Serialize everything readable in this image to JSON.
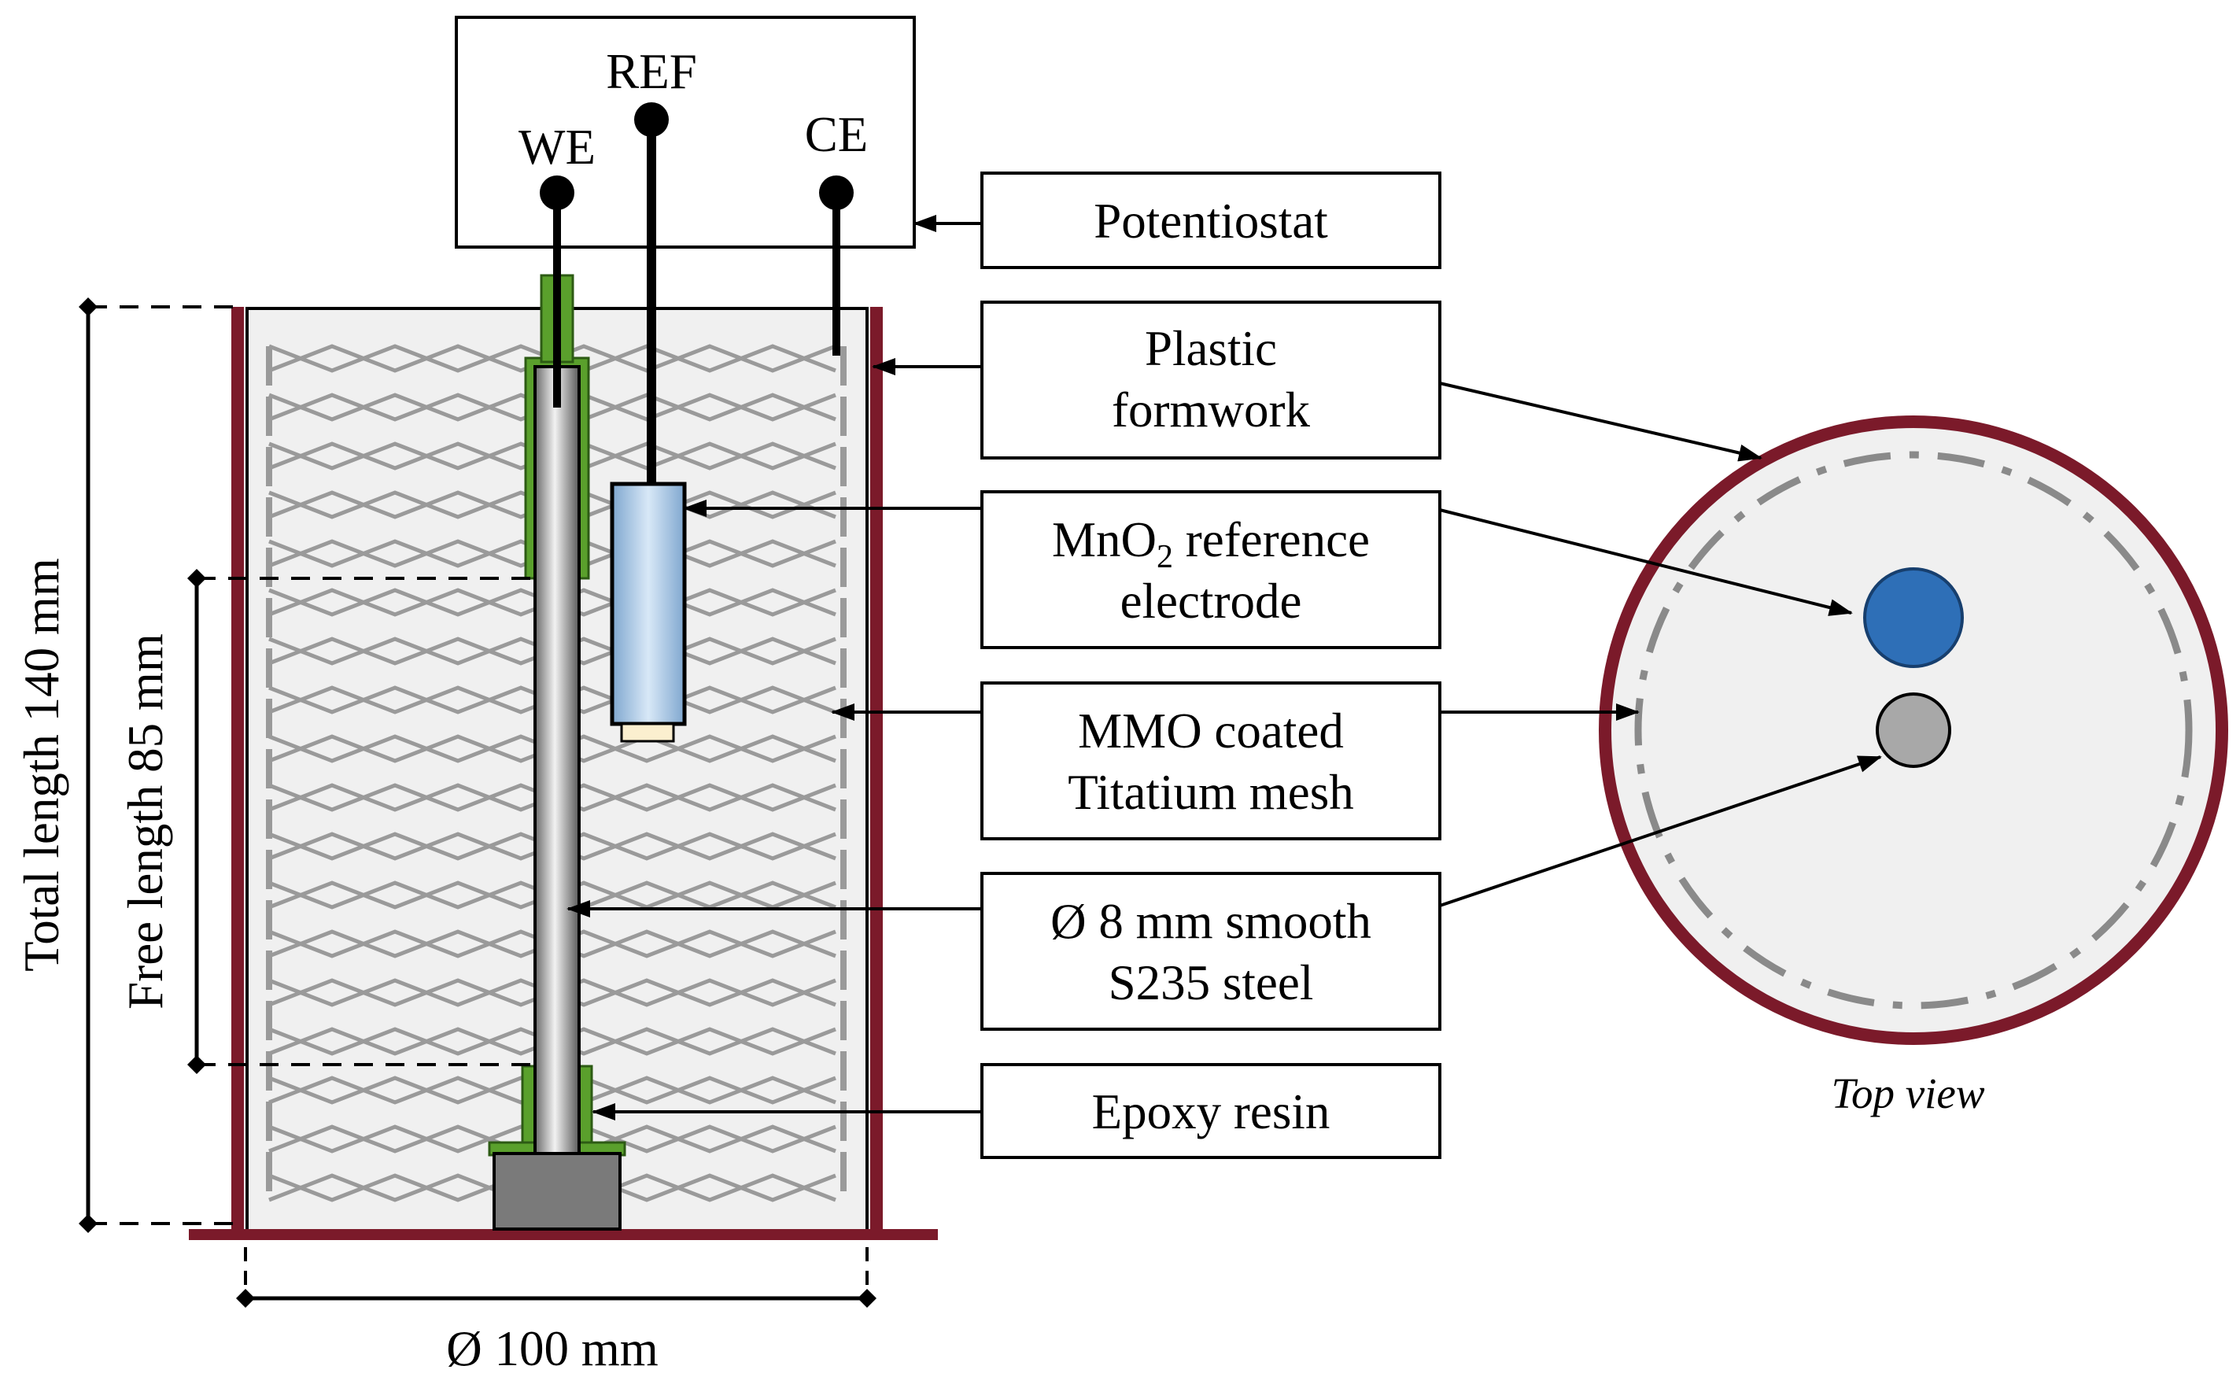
{
  "terminals": {
    "ref": "REF",
    "we": "WE",
    "ce": "CE"
  },
  "labels": {
    "potentiostat": "Potentiostat",
    "plastic_formwork": [
      "Plastic",
      "formwork"
    ],
    "reference_electrode": {
      "line1_prefix": "MnO",
      "line1_sub": "2",
      "line1_suffix": " reference",
      "line2": "electrode"
    },
    "mesh": [
      "MMO coated",
      "Titatium mesh"
    ],
    "steel": [
      "Ø 8 mm smooth",
      "S235 steel"
    ],
    "epoxy": "Epoxy resin"
  },
  "dimensions": {
    "total_length": "Total length 140 mm",
    "free_length": "Free length 85 mm",
    "diameter": "Ø 100 mm"
  },
  "top_view": "Top view",
  "colors": {
    "formwork": "#7b1a2a",
    "fill": "#f0f0f0",
    "mesh": "#9a9a9a",
    "epoxy": "#5aa02c",
    "reference_body": "#a8c8e8",
    "reference_dot": "#2e6fb7",
    "steel_dot": "#a8a8a8",
    "base": "#7a7a7a"
  }
}
